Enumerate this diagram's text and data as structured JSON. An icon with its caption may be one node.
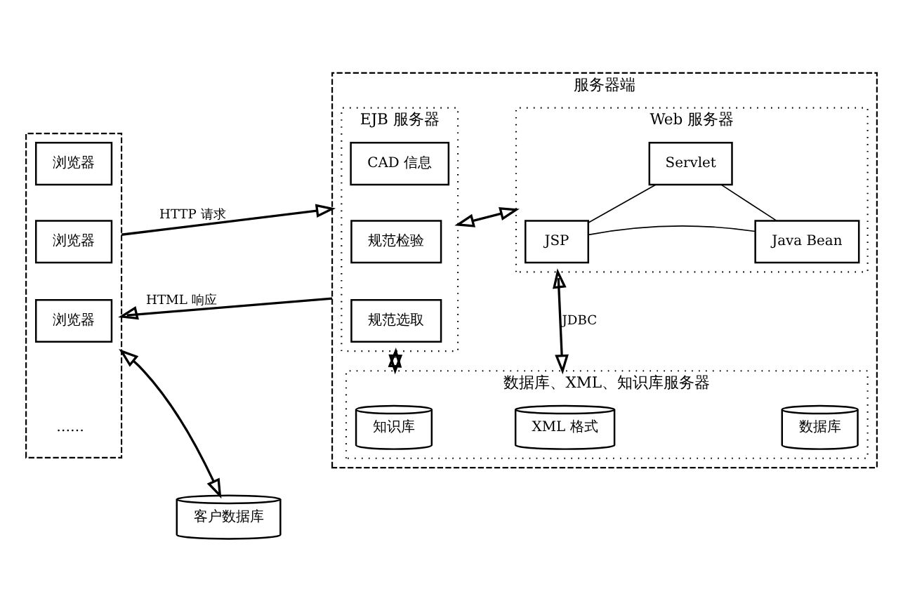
{
  "diagram": {
    "nodes": [
      {
        "text": [],
        "shape": "box"
      },
      {
        "text": [
          "浏览器"
        ],
        "in": 0
      },
      {
        "text": [
          "浏览器"
        ],
        "in": 0
      },
      {
        "text": [
          "浏览器"
        ],
        "in": 0
      },
      {
        "text": [
          "客户数据库"
        ]
      },
      {
        "text": [
          "服务器端"
        ]
      },
      {
        "text": [
          "Web 服务器"
        ],
        "in": 5
      },
      {
        "text": [
          "Servlet"
        ],
        "in": 6
      },
      {
        "text": [
          "JSP"
        ],
        "in": 6
      },
      {
        "text": [
          "Java Bean"
        ],
        "in": 6
      },
      {
        "text": [
          "EJB 服务器"
        ],
        "in": 5
      },
      {
        "text": [
          "CAD 信息"
        ],
        "in": 10
      },
      {
        "text": [
          "规范检验"
        ],
        "in": 10
      },
      {
        "text": [
          "规范选取"
        ],
        "in": 10
      },
      {
        "text": [
          "数据库、XML、知识库服务器"
        ],
        "in": 5
      },
      {
        "text": [
          "XML 格式"
        ],
        "in": 14
      },
      {
        "text": [
          "数据库"
        ],
        "in": 14
      },
      {
        "text": [
          "知识库"
        ],
        "in": 14
      }
    ],
    "edges": [
      {
        "from": 0,
        "to": 5,
        "arrow": "to",
        "label": "HTTP 请求"
      },
      {
        "from": 5,
        "to": 0,
        "arrow": "to",
        "label": "HTML 响应"
      },
      {
        "from": 0,
        "to": 4,
        "arrow": "both"
      },
      {
        "from": 6,
        "to": 10,
        "arrow": "both"
      },
      {
        "from": 6,
        "to": 14,
        "arrow": "both",
        "label": "JDBC"
      },
      {
        "from": 10,
        "to": 14,
        "arrow": "both"
      },
      {
        "from": 7,
        "to": 8,
        "arrow": "none"
      },
      {
        "from": 7,
        "to": 9,
        "arrow": "none"
      },
      {
        "from": 8,
        "to": 9,
        "arrow": "none"
      }
    ],
    "labels": [
      "……"
    ]
  }
}
